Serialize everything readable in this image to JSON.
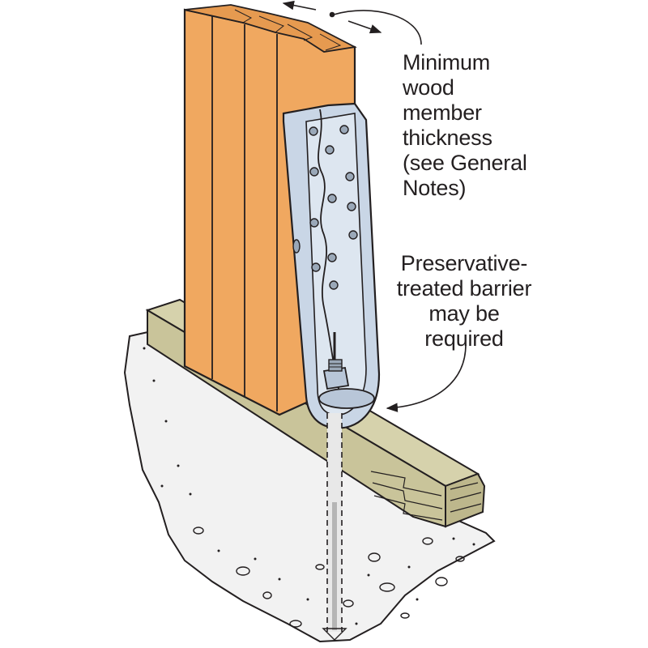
{
  "callouts": {
    "thickness": {
      "lines": [
        "Minimum",
        "wood",
        "member",
        "thickness",
        "(see General",
        "Notes)"
      ]
    },
    "barrier": {
      "lines": [
        "Preservative-",
        "treated barrier",
        "may be",
        "required"
      ]
    }
  },
  "colors": {
    "wood_post": "#f0a860",
    "wood_post_shade": "#e69a50",
    "sill_plate": "#c9c49a",
    "sill_plate_side": "#bdb78c",
    "sill_plate_end": "#d6d2ac",
    "concrete": "#f2f2f2",
    "hardware": "#c9d6e6",
    "hardware_inner": "#dde6f0",
    "outline": "#231f20"
  },
  "icons": [
    "anchor-bolt-icon",
    "nut-icon",
    "arrow-icon"
  ]
}
